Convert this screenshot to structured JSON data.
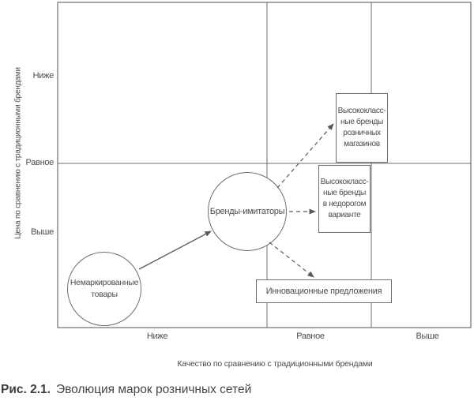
{
  "figure": {
    "caption_label": "Рис. 2.1.",
    "caption_text": "Эволюция марок розничных сетей"
  },
  "axes": {
    "y": {
      "title": "Цена по сравнению с традиционными брендами",
      "ticks": {
        "top": "Ниже",
        "middle": "Равное",
        "bottom": "Выше"
      }
    },
    "x": {
      "title": "Качество по сравнению с традиционными брендами",
      "ticks": {
        "left": "Ниже",
        "middle": "Равное",
        "right": "Выше"
      }
    }
  },
  "nodes": {
    "unbranded": {
      "shape": "circle",
      "label": "Немаркированные\nтовары"
    },
    "imitators": {
      "shape": "circle",
      "label": "Бренды-имитаторы"
    },
    "premium_store": {
      "shape": "rect",
      "label": "Высококласс-\nные бренды\nрозничных\nмагазинов"
    },
    "premium_value": {
      "shape": "rect",
      "label": "Высококласс-\nные бренды\nв недорогом\nварианте"
    },
    "innovative": {
      "shape": "rect",
      "label": "Инновационные предложения"
    }
  },
  "edges": [
    {
      "from": "unbranded",
      "to": "imitators",
      "style": "solid-arrow"
    },
    {
      "from": "imitators",
      "to": "premium_store",
      "style": "dashed-arrow"
    },
    {
      "from": "imitators",
      "to": "premium_value",
      "style": "dashed-arrow"
    },
    {
      "from": "imitators",
      "to": "innovative",
      "style": "dashed-arrow"
    }
  ],
  "colors": {
    "background": "#ffffff",
    "line": "#6e6e6e",
    "arrow": "#5a5a5a",
    "text": "#4b4b4b",
    "caption": "#3c3c3c"
  }
}
